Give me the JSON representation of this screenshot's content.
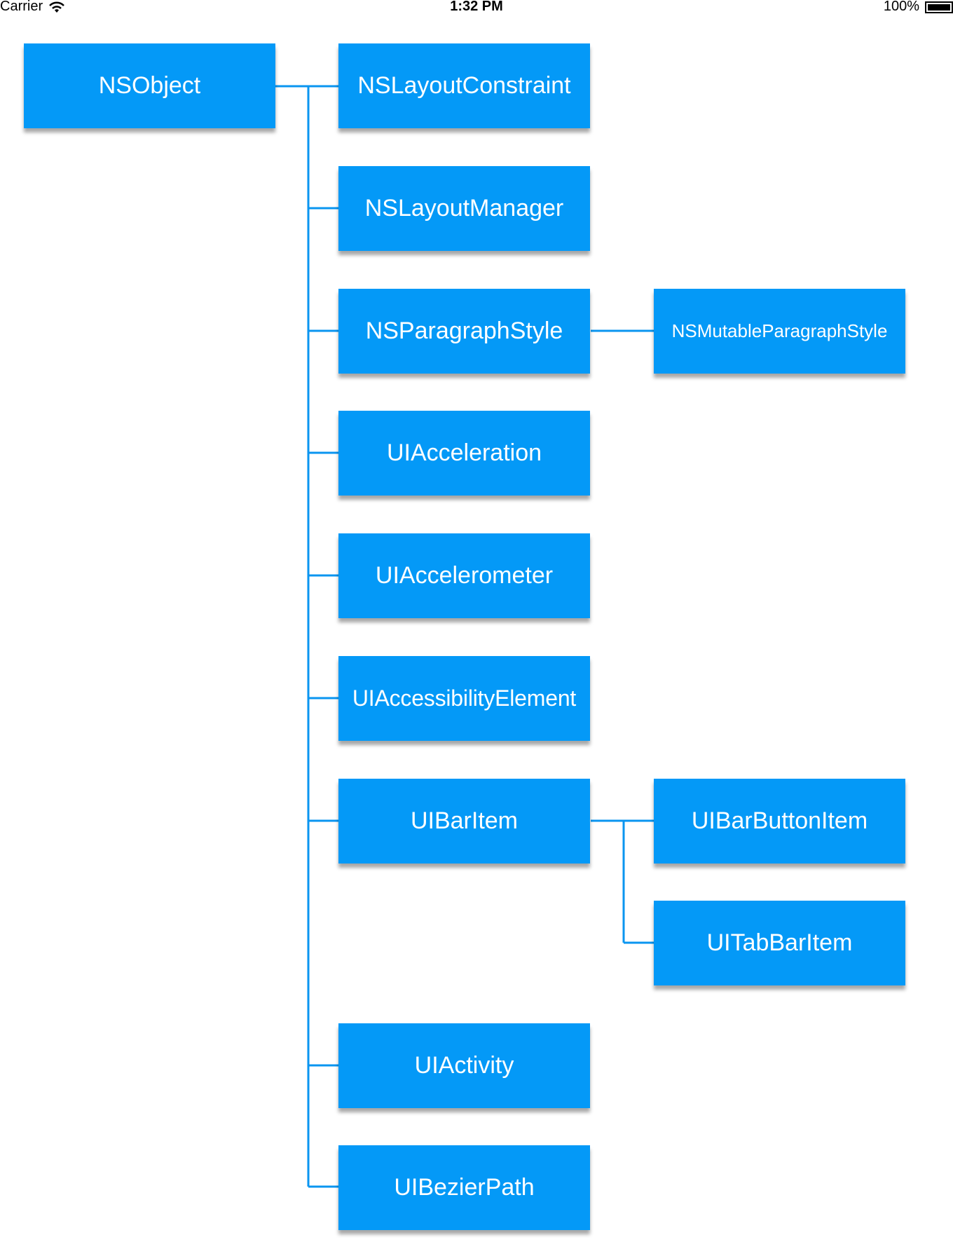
{
  "status_bar": {
    "carrier": "Carrier",
    "time": "1:32 PM",
    "battery_percent": "100%",
    "battery_level": 1.0
  },
  "tree": {
    "root": "NSObject",
    "children": [
      "NSLayoutConstraint",
      "NSLayoutManager",
      "NSParagraphStyle",
      "UIAcceleration",
      "UIAccelerometer",
      "UIAccessibilityElement",
      "UIBarItem",
      "UIActivity",
      "UIBezierPath"
    ],
    "paragraph_style_children": [
      "NSMutableParagraphStyle"
    ],
    "bar_item_children": [
      "UIBarButtonItem",
      "UITabBarItem"
    ]
  },
  "colors": {
    "node": "#0499f7",
    "connector": "#0a95f0",
    "text": "#ffffff"
  }
}
